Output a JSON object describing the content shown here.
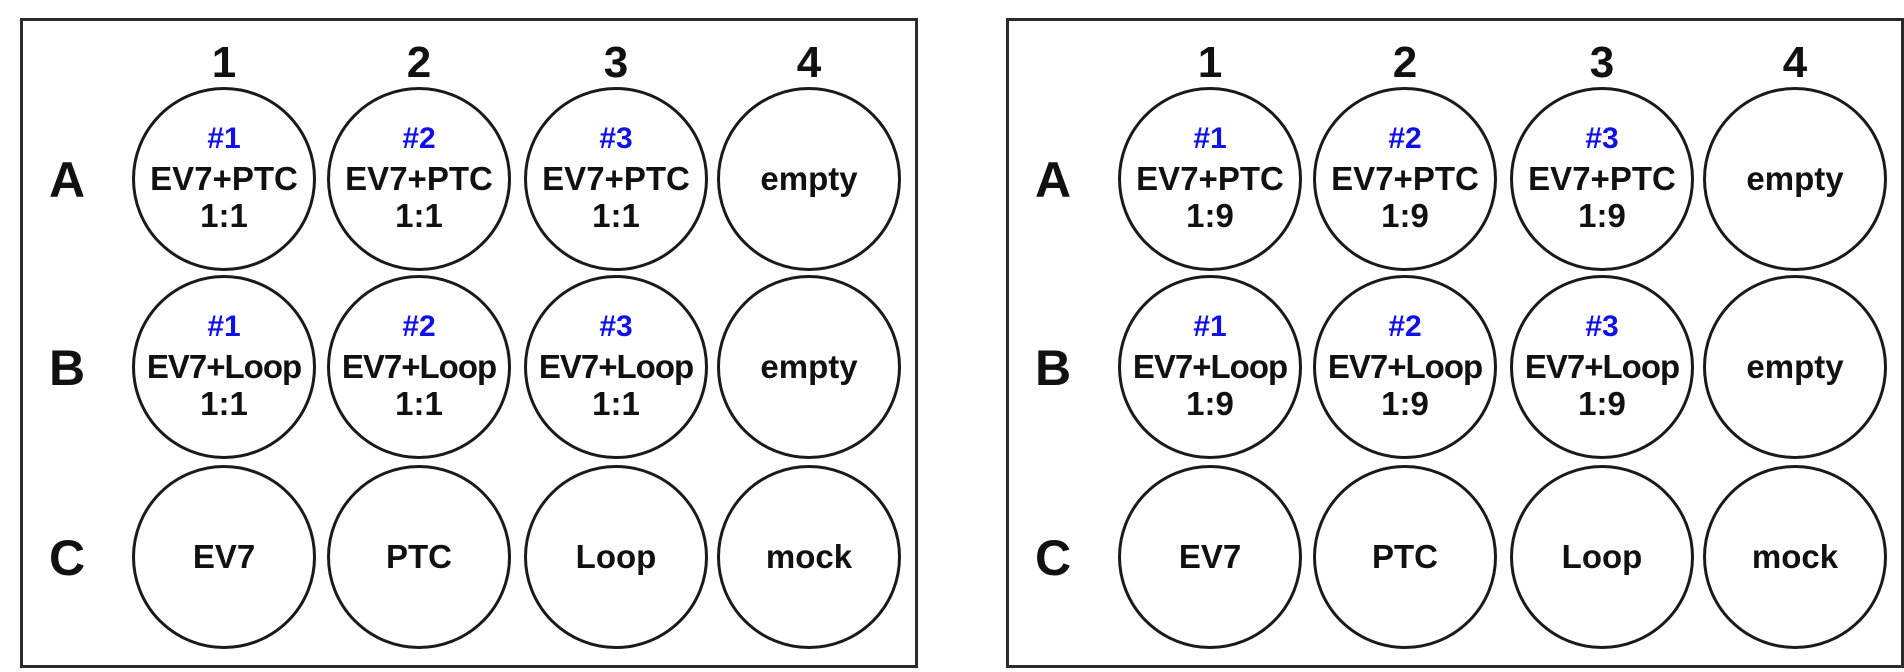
{
  "plates": [
    {
      "columns": [
        "1",
        "2",
        "3",
        "4"
      ],
      "rows": [
        "A",
        "B",
        "C"
      ],
      "wells": [
        [
          {
            "rep": "#1",
            "line1": "EV7+PTC",
            "line2": "1:1"
          },
          {
            "rep": "#2",
            "line1": "EV7+PTC",
            "line2": "1:1"
          },
          {
            "rep": "#3",
            "line1": "EV7+PTC",
            "line2": "1:1"
          },
          {
            "rep": "",
            "line1": "empty",
            "line2": ""
          }
        ],
        [
          {
            "rep": "#1",
            "line1": "EV7+Loop",
            "line2": "1:1"
          },
          {
            "rep": "#2",
            "line1": "EV7+Loop",
            "line2": "1:1"
          },
          {
            "rep": "#3",
            "line1": "EV7+Loop",
            "line2": "1:1"
          },
          {
            "rep": "",
            "line1": "empty",
            "line2": ""
          }
        ],
        [
          {
            "rep": "",
            "line1": "EV7",
            "line2": ""
          },
          {
            "rep": "",
            "line1": "PTC",
            "line2": ""
          },
          {
            "rep": "",
            "line1": "Loop",
            "line2": ""
          },
          {
            "rep": "",
            "line1": "mock",
            "line2": ""
          }
        ]
      ]
    },
    {
      "columns": [
        "1",
        "2",
        "3",
        "4"
      ],
      "rows": [
        "A",
        "B",
        "C"
      ],
      "wells": [
        [
          {
            "rep": "#1",
            "line1": "EV7+PTC",
            "line2": "1:9"
          },
          {
            "rep": "#2",
            "line1": "EV7+PTC",
            "line2": "1:9"
          },
          {
            "rep": "#3",
            "line1": "EV7+PTC",
            "line2": "1:9"
          },
          {
            "rep": "",
            "line1": "empty",
            "line2": ""
          }
        ],
        [
          {
            "rep": "#1",
            "line1": "EV7+Loop",
            "line2": "1:9"
          },
          {
            "rep": "#2",
            "line1": "EV7+Loop",
            "line2": "1:9"
          },
          {
            "rep": "#3",
            "line1": "EV7+Loop",
            "line2": "1:9"
          },
          {
            "rep": "",
            "line1": "empty",
            "line2": ""
          }
        ],
        [
          {
            "rep": "",
            "line1": "EV7",
            "line2": ""
          },
          {
            "rep": "",
            "line1": "PTC",
            "line2": ""
          },
          {
            "rep": "",
            "line1": "Loop",
            "line2": ""
          },
          {
            "rep": "",
            "line1": "mock",
            "line2": ""
          }
        ]
      ]
    }
  ],
  "colors": {
    "replicate": "#1010e8",
    "text": "#111111",
    "outline": "#1a1a1a"
  }
}
